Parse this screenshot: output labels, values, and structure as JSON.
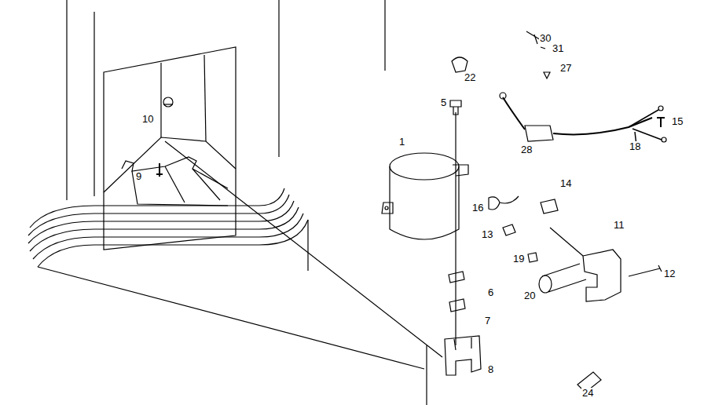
{
  "diagram": {
    "labels": [
      "30",
      "31",
      "22",
      "27",
      "10",
      "5",
      "15",
      "1",
      "28",
      "18",
      "9",
      "16",
      "14",
      "13",
      "6",
      "11",
      "19",
      "20",
      "12",
      "7",
      "8",
      "24"
    ]
  }
}
